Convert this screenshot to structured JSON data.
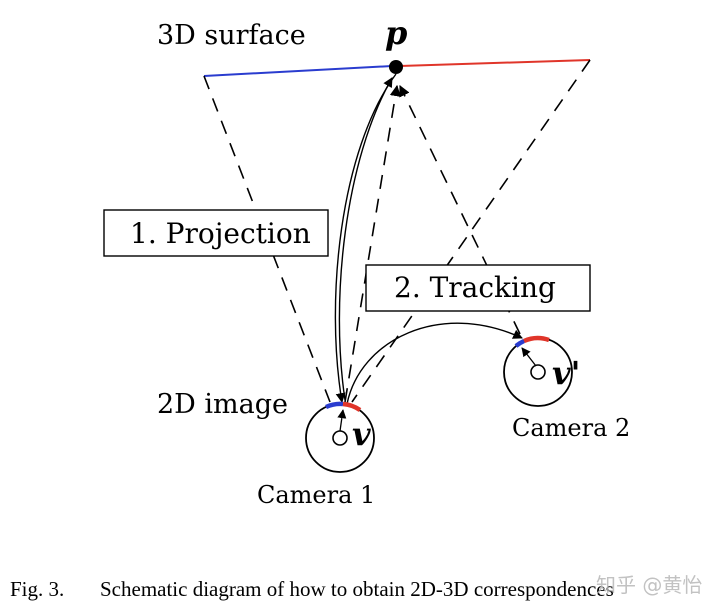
{
  "labels": {
    "surface": "3D surface",
    "point_p": "p",
    "projection": "1. Projection",
    "tracking": "2. Tracking",
    "image_2d": "2D image",
    "v": "v",
    "v_prime": "v'",
    "camera1": "Camera 1",
    "camera2": "Camera 2"
  },
  "caption": {
    "prefix": "Fig. 3.",
    "text": "Schematic diagram of how to obtain 2D-3D correspondences"
  },
  "watermark": "知乎 @黄怡",
  "colors": {
    "blue": "#2a3ccf",
    "red": "#e0352a",
    "line": "#000000"
  }
}
